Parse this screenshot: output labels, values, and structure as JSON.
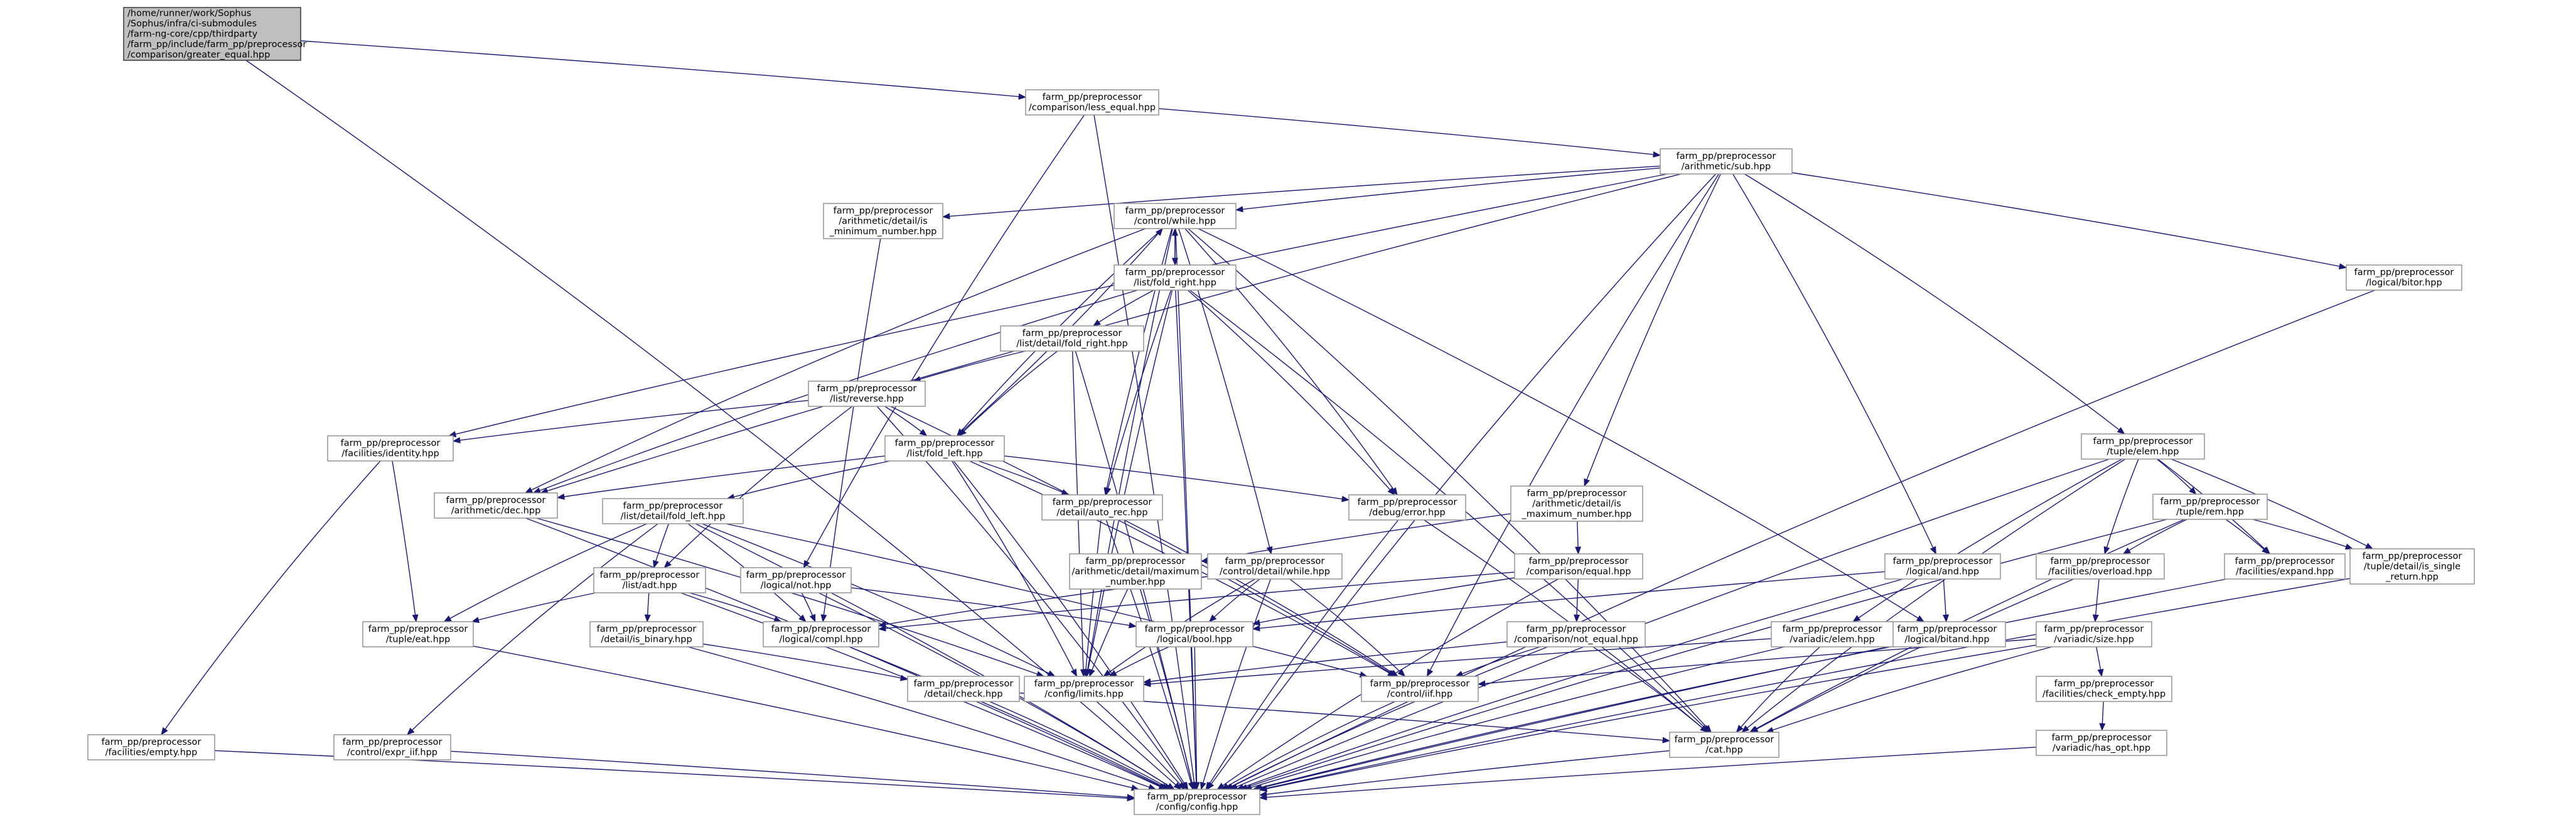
{
  "graph": {
    "nodes": [
      {
        "id": "greater_equal",
        "lines": [
          "/home/runner/work/Sophus",
          "/Sophus/infra/ci-submodules",
          "/farm-ng-core/cpp/thirdparty",
          "/farm_pp/include/farm_pp/preprocessor",
          "/comparison/greater_equal.hpp"
        ],
        "root": true
      },
      {
        "id": "less_equal",
        "lines": [
          "farm_pp/preprocessor",
          "/comparison/less_equal.hpp"
        ]
      },
      {
        "id": "sub",
        "lines": [
          "farm_pp/preprocessor",
          "/arithmetic/sub.hpp"
        ]
      },
      {
        "id": "is_min",
        "lines": [
          "farm_pp/preprocessor",
          "/arithmetic/detail/is",
          "_minimum_number.hpp"
        ]
      },
      {
        "id": "while",
        "lines": [
          "farm_pp/preprocessor",
          "/control/while.hpp"
        ]
      },
      {
        "id": "fold_right",
        "lines": [
          "farm_pp/preprocessor",
          "/list/fold_right.hpp"
        ]
      },
      {
        "id": "d_fold_right",
        "lines": [
          "farm_pp/preprocessor",
          "/list/detail/fold_right.hpp"
        ]
      },
      {
        "id": "reverse",
        "lines": [
          "farm_pp/preprocessor",
          "/list/reverse.hpp"
        ]
      },
      {
        "id": "fold_left",
        "lines": [
          "farm_pp/preprocessor",
          "/list/fold_left.hpp"
        ]
      },
      {
        "id": "identity",
        "lines": [
          "farm_pp/preprocessor",
          "/facilities/identity.hpp"
        ]
      },
      {
        "id": "dec",
        "lines": [
          "farm_pp/preprocessor",
          "/arithmetic/dec.hpp"
        ]
      },
      {
        "id": "d_fold_left",
        "lines": [
          "farm_pp/preprocessor",
          "/list/detail/fold_left.hpp"
        ]
      },
      {
        "id": "adt",
        "lines": [
          "farm_pp/preprocessor",
          "/list/adt.hpp"
        ]
      },
      {
        "id": "eat",
        "lines": [
          "farm_pp/preprocessor",
          "/tuple/eat.hpp"
        ]
      },
      {
        "id": "is_binary",
        "lines": [
          "farm_pp/preprocessor",
          "/detail/is_binary.hpp"
        ]
      },
      {
        "id": "expr_iif",
        "lines": [
          "farm_pp/preprocessor",
          "/control/expr_iif.hpp"
        ]
      },
      {
        "id": "empty",
        "lines": [
          "farm_pp/preprocessor",
          "/facilities/empty.hpp"
        ]
      },
      {
        "id": "not",
        "lines": [
          "farm_pp/preprocessor",
          "/logical/not.hpp"
        ]
      },
      {
        "id": "compl",
        "lines": [
          "farm_pp/preprocessor",
          "/logical/compl.hpp"
        ]
      },
      {
        "id": "check",
        "lines": [
          "farm_pp/preprocessor",
          "/detail/check.hpp"
        ]
      },
      {
        "id": "limits",
        "lines": [
          "farm_pp/preprocessor",
          "/config/limits.hpp"
        ]
      },
      {
        "id": "config",
        "lines": [
          "farm_pp/preprocessor",
          "/config/config.hpp"
        ]
      },
      {
        "id": "auto_rec",
        "lines": [
          "farm_pp/preprocessor",
          "/detail/auto_rec.hpp"
        ]
      },
      {
        "id": "max_num",
        "lines": [
          "farm_pp/preprocessor",
          "/arithmetic/detail/maximum",
          "_number.hpp"
        ]
      },
      {
        "id": "d_while",
        "lines": [
          "farm_pp/preprocessor",
          "/control/detail/while.hpp"
        ]
      },
      {
        "id": "bool",
        "lines": [
          "farm_pp/preprocessor",
          "/logical/bool.hpp"
        ]
      },
      {
        "id": "iif",
        "lines": [
          "farm_pp/preprocessor",
          "/control/iif.hpp"
        ]
      },
      {
        "id": "error",
        "lines": [
          "farm_pp/preprocessor",
          "/debug/error.hpp"
        ]
      },
      {
        "id": "is_max",
        "lines": [
          "farm_pp/preprocessor",
          "/arithmetic/detail/is",
          "_maximum_number.hpp"
        ]
      },
      {
        "id": "equal",
        "lines": [
          "farm_pp/preprocessor",
          "/comparison/equal.hpp"
        ]
      },
      {
        "id": "not_equal",
        "lines": [
          "farm_pp/preprocessor",
          "/comparison/not_equal.hpp"
        ]
      },
      {
        "id": "cat",
        "lines": [
          "farm_pp/preprocessor",
          "/cat.hpp"
        ]
      },
      {
        "id": "and",
        "lines": [
          "farm_pp/preprocessor",
          "/logical/and.hpp"
        ]
      },
      {
        "id": "bitand",
        "lines": [
          "farm_pp/preprocessor",
          "/logical/bitand.hpp"
        ]
      },
      {
        "id": "v_elem",
        "lines": [
          "farm_pp/preprocessor",
          "/variadic/elem.hpp"
        ]
      },
      {
        "id": "bitor",
        "lines": [
          "farm_pp/preprocessor",
          "/logical/bitor.hpp"
        ]
      },
      {
        "id": "t_elem",
        "lines": [
          "farm_pp/preprocessor",
          "/tuple/elem.hpp"
        ]
      },
      {
        "id": "rem",
        "lines": [
          "farm_pp/preprocessor",
          "/tuple/rem.hpp"
        ]
      },
      {
        "id": "overload",
        "lines": [
          "farm_pp/preprocessor",
          "/facilities/overload.hpp"
        ]
      },
      {
        "id": "size",
        "lines": [
          "farm_pp/preprocessor",
          "/variadic/size.hpp"
        ]
      },
      {
        "id": "check_empty",
        "lines": [
          "farm_pp/preprocessor",
          "/facilities/check_empty.hpp"
        ]
      },
      {
        "id": "has_opt",
        "lines": [
          "farm_pp/preprocessor",
          "/variadic/has_opt.hpp"
        ]
      },
      {
        "id": "expand",
        "lines": [
          "farm_pp/preprocessor",
          "/facilities/expand.hpp"
        ]
      },
      {
        "id": "is_single",
        "lines": [
          "farm_pp/preprocessor",
          "/tuple/detail/is_single",
          "_return.hpp"
        ]
      }
    ],
    "edges": [
      [
        "greater_equal",
        "less_equal"
      ],
      [
        "greater_equal",
        "config"
      ],
      [
        "less_equal",
        "sub"
      ],
      [
        "less_equal",
        "not"
      ],
      [
        "less_equal",
        "config"
      ],
      [
        "sub",
        "is_min"
      ],
      [
        "sub",
        "while"
      ],
      [
        "sub",
        "identity"
      ],
      [
        "sub",
        "dec"
      ],
      [
        "sub",
        "is_max"
      ],
      [
        "sub",
        "iif"
      ],
      [
        "sub",
        "and"
      ],
      [
        "sub",
        "t_elem"
      ],
      [
        "sub",
        "bitor"
      ],
      [
        "sub",
        "config"
      ],
      [
        "is_min",
        "compl"
      ],
      [
        "while",
        "fold_right"
      ],
      [
        "while",
        "fold_left"
      ],
      [
        "while",
        "dec"
      ],
      [
        "while",
        "auto_rec"
      ],
      [
        "while",
        "d_while"
      ],
      [
        "while",
        "error"
      ],
      [
        "while",
        "bitand"
      ],
      [
        "while",
        "cat"
      ],
      [
        "while",
        "limits"
      ],
      [
        "while",
        "config"
      ],
      [
        "fold_right",
        "while"
      ],
      [
        "fold_right",
        "d_fold_right"
      ],
      [
        "fold_right",
        "auto_rec"
      ],
      [
        "fold_right",
        "error"
      ],
      [
        "fold_right",
        "dec"
      ],
      [
        "fold_right",
        "cat"
      ],
      [
        "fold_right",
        "limits"
      ],
      [
        "fold_right",
        "config"
      ],
      [
        "d_fold_right",
        "reverse"
      ],
      [
        "d_fold_right",
        "fold_left"
      ],
      [
        "d_fold_right",
        "limits"
      ],
      [
        "d_fold_right",
        "config"
      ],
      [
        "reverse",
        "fold_left"
      ],
      [
        "reverse",
        "identity"
      ],
      [
        "reverse",
        "adt"
      ],
      [
        "reverse",
        "iif"
      ],
      [
        "reverse",
        "config"
      ],
      [
        "fold_left",
        "while"
      ],
      [
        "fold_left",
        "d_fold_left"
      ],
      [
        "fold_left",
        "auto_rec"
      ],
      [
        "fold_left",
        "dec"
      ],
      [
        "fold_left",
        "error"
      ],
      [
        "fold_left",
        "iif"
      ],
      [
        "fold_left",
        "limits"
      ],
      [
        "fold_left",
        "config"
      ],
      [
        "identity",
        "eat"
      ],
      [
        "identity",
        "empty"
      ],
      [
        "dec",
        "limits"
      ],
      [
        "dec",
        "config"
      ],
      [
        "d_fold_left",
        "adt"
      ],
      [
        "d_fold_left",
        "eat"
      ],
      [
        "d_fold_left",
        "compl"
      ],
      [
        "d_fold_left",
        "expr_iif"
      ],
      [
        "d_fold_left",
        "iif"
      ],
      [
        "d_fold_left",
        "limits"
      ],
      [
        "d_fold_left",
        "config"
      ],
      [
        "adt",
        "is_binary"
      ],
      [
        "adt",
        "compl"
      ],
      [
        "adt",
        "eat"
      ],
      [
        "adt",
        "config"
      ],
      [
        "is_binary",
        "check"
      ],
      [
        "is_binary",
        "config"
      ],
      [
        "expr_iif",
        "config"
      ],
      [
        "empty",
        "config"
      ],
      [
        "eat",
        "config"
      ],
      [
        "not",
        "bool"
      ],
      [
        "not",
        "compl"
      ],
      [
        "not",
        "config"
      ],
      [
        "compl",
        "config"
      ],
      [
        "check",
        "cat"
      ],
      [
        "check",
        "config"
      ],
      [
        "limits",
        "config"
      ],
      [
        "auto_rec",
        "limits"
      ],
      [
        "auto_rec",
        "iif"
      ],
      [
        "auto_rec",
        "config"
      ],
      [
        "max_num",
        "limits"
      ],
      [
        "max_num",
        "config"
      ],
      [
        "d_while",
        "bool"
      ],
      [
        "d_while",
        "compl"
      ],
      [
        "d_while",
        "iif"
      ],
      [
        "d_while",
        "limits"
      ],
      [
        "d_while",
        "config"
      ],
      [
        "bool",
        "limits"
      ],
      [
        "bool",
        "config"
      ],
      [
        "iif",
        "config"
      ],
      [
        "error",
        "cat"
      ],
      [
        "error",
        "config"
      ],
      [
        "is_max",
        "max_num"
      ],
      [
        "is_max",
        "equal"
      ],
      [
        "equal",
        "not_equal"
      ],
      [
        "equal",
        "bool"
      ],
      [
        "equal",
        "compl"
      ],
      [
        "equal",
        "config"
      ],
      [
        "not_equal",
        "cat"
      ],
      [
        "not_equal",
        "iif"
      ],
      [
        "not_equal",
        "limits"
      ],
      [
        "not_equal",
        "config"
      ],
      [
        "cat",
        "config"
      ],
      [
        "and",
        "bool"
      ],
      [
        "and",
        "bitand"
      ],
      [
        "and",
        "config"
      ],
      [
        "bitand",
        "config"
      ],
      [
        "v_elem",
        "cat"
      ],
      [
        "v_elem",
        "limits"
      ],
      [
        "v_elem",
        "config"
      ],
      [
        "bitor",
        "config"
      ],
      [
        "t_elem",
        "rem"
      ],
      [
        "t_elem",
        "overload"
      ],
      [
        "t_elem",
        "expand"
      ],
      [
        "t_elem",
        "is_single"
      ],
      [
        "t_elem",
        "v_elem"
      ],
      [
        "t_elem",
        "cat"
      ],
      [
        "t_elem",
        "config"
      ],
      [
        "rem",
        "overload"
      ],
      [
        "rem",
        "expand"
      ],
      [
        "rem",
        "is_single"
      ],
      [
        "rem",
        "cat"
      ],
      [
        "rem",
        "config"
      ],
      [
        "overload",
        "size"
      ],
      [
        "overload",
        "cat"
      ],
      [
        "size",
        "check_empty"
      ],
      [
        "size",
        "cat"
      ],
      [
        "size",
        "iif"
      ],
      [
        "size",
        "config"
      ],
      [
        "check_empty",
        "has_opt"
      ],
      [
        "has_opt",
        "config"
      ],
      [
        "expand",
        "config"
      ],
      [
        "is_single",
        "config"
      ]
    ]
  }
}
